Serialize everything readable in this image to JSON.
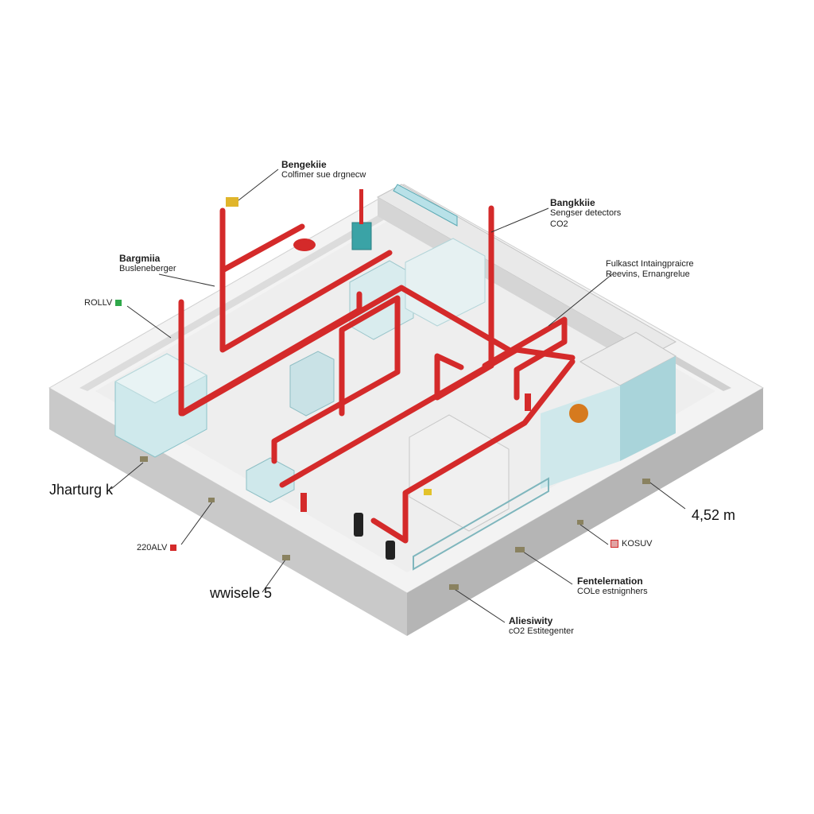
{
  "callouts": {
    "top": {
      "title": "Bengekiie",
      "sub": "Colfimer sue drgnecw"
    },
    "right_top": {
      "title": "Bangkkiie",
      "sub": "Sengser detectors",
      "sub2": "CO2"
    },
    "left_upper": {
      "title": "Bargmiia",
      "sub": "Busleneberger"
    },
    "right_mid": {
      "title": "Fulkasct Intaingpraicre",
      "sub": "Reevins, Ernangrelue"
    },
    "bottom_right_1": {
      "title": "Fentelernation",
      "sub": "COLe estnignhers"
    },
    "bottom_right_2": {
      "title": "Aliesiwity",
      "sub": "cO2 Estitegenter"
    }
  },
  "labels": {
    "rollv": "ROLLV",
    "harturg": "Jharturg k",
    "v220": "220ALV",
    "wisele": "wwisele 5",
    "dimension": "4,52 m",
    "kosuv": "KOSUV"
  },
  "colors": {
    "pipe": "#d42a2a",
    "wall": "#e6e6e6",
    "wall_side": "#c9c9c9",
    "floor": "#f1f1f1",
    "glass": "#c3e3e6",
    "accent_green": "#2fa84a",
    "accent_red": "#d42a2a"
  }
}
